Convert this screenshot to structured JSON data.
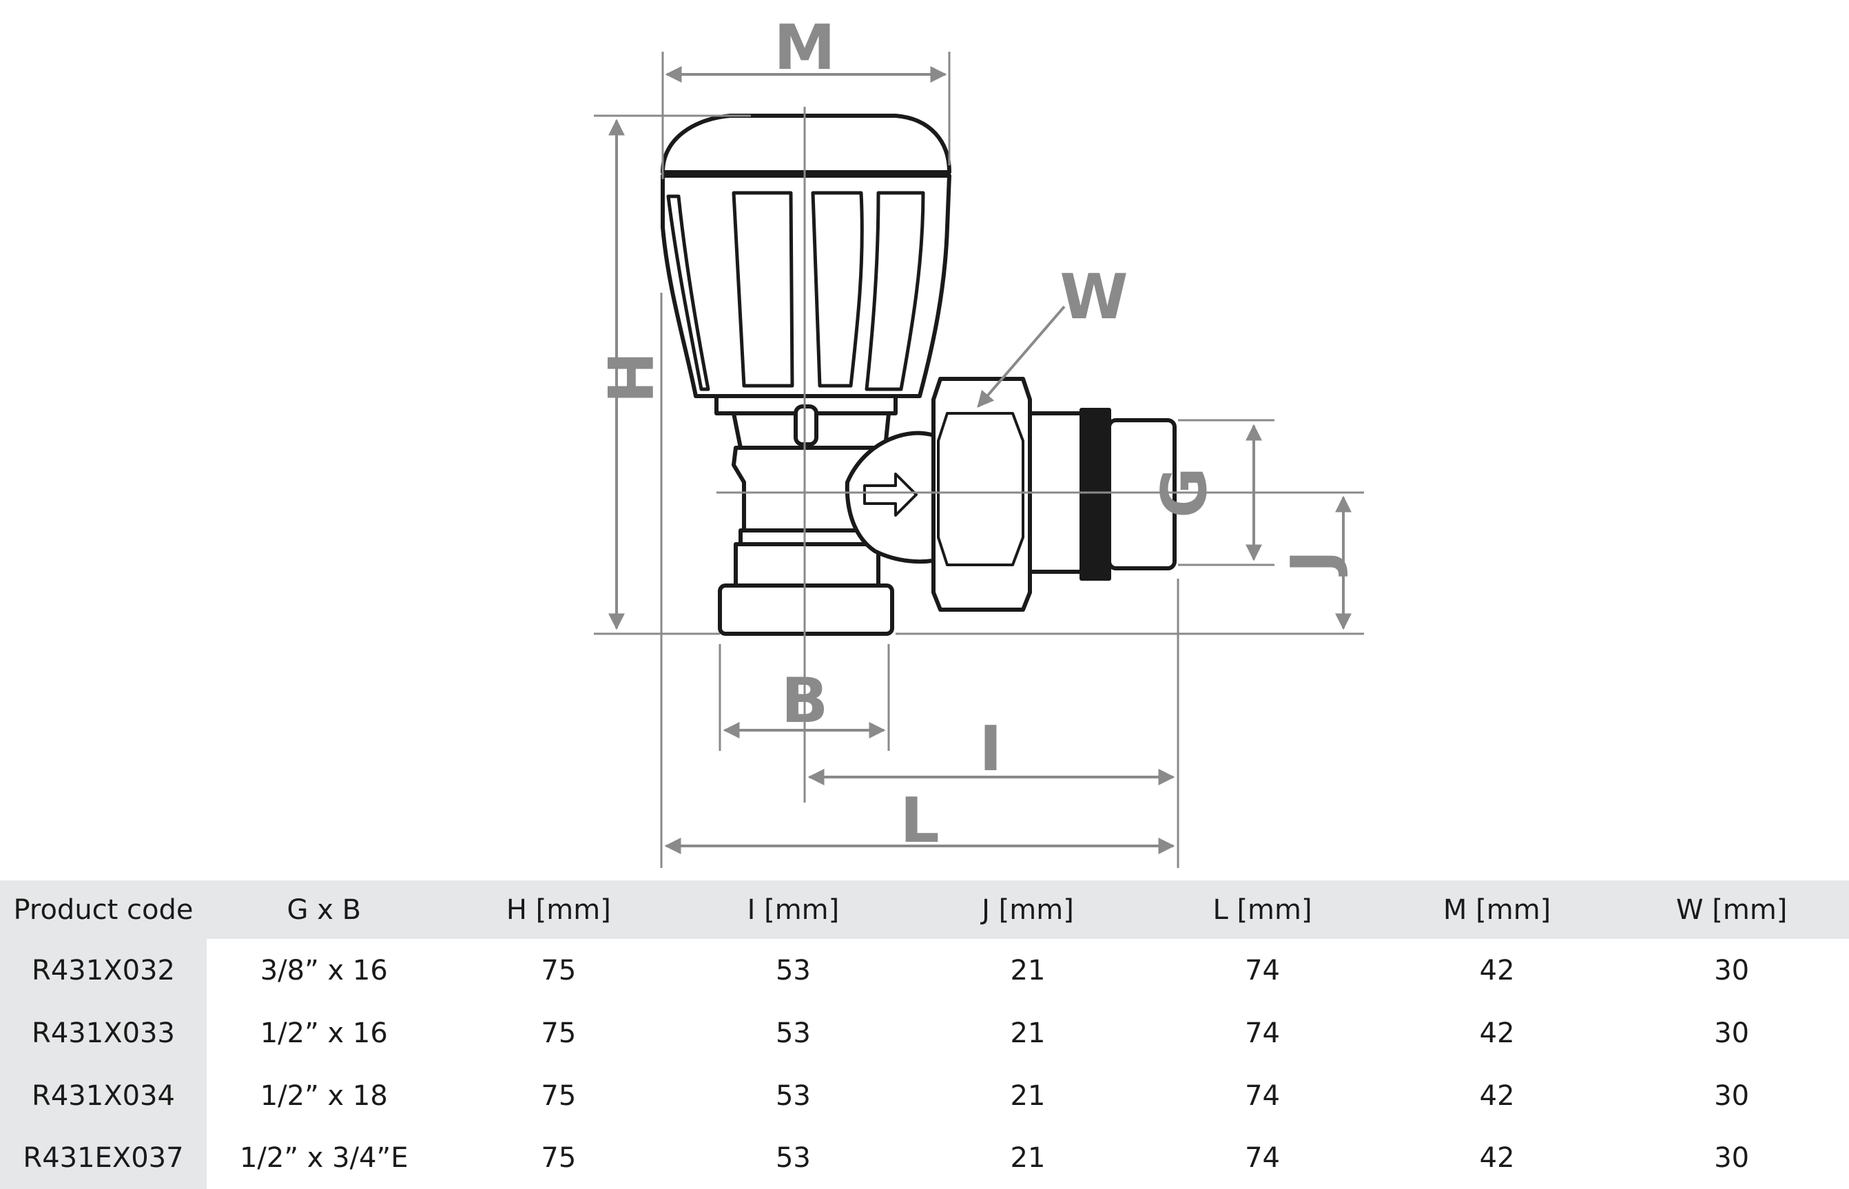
{
  "diagram": {
    "dimension_labels": {
      "m": "M",
      "h": "H",
      "w": "W",
      "g": "G",
      "j": "J",
      "b": "B",
      "i": "I",
      "l": "L"
    },
    "colors": {
      "dimension": "#8a8a8a",
      "outline": "#1a1a1a",
      "table_band": "#e6e7e8"
    }
  },
  "table": {
    "headers": [
      "Product code",
      "G x B",
      "H [mm]",
      "I [mm]",
      "J [mm]",
      "L [mm]",
      "M [mm]",
      "W [mm]"
    ],
    "rows": [
      [
        "R431X032",
        "3/8” x 16",
        "75",
        "53",
        "21",
        "74",
        "42",
        "30"
      ],
      [
        "R431X033",
        "1/2” x 16",
        "75",
        "53",
        "21",
        "74",
        "42",
        "30"
      ],
      [
        "R431X034",
        "1/2” x 18",
        "75",
        "53",
        "21",
        "74",
        "42",
        "30"
      ],
      [
        "R431EX037",
        "1/2” x 3/4”E",
        "75",
        "53",
        "21",
        "74",
        "42",
        "30"
      ]
    ]
  }
}
